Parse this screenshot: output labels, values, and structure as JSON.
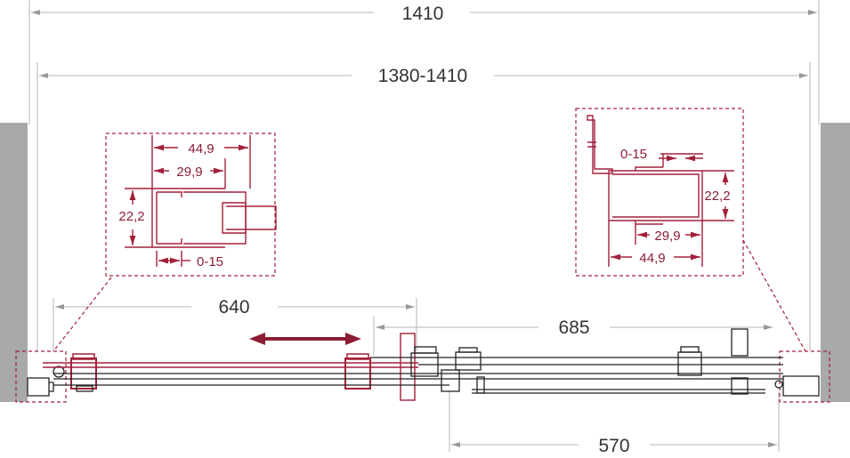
{
  "overall": {
    "total_width": "1410",
    "adjust_range": "1380-1410"
  },
  "openings": {
    "left_door_travel": "640",
    "right_span": "685",
    "passage": "570"
  },
  "detail_left": {
    "outer": "44,9",
    "inner": "29,9",
    "height": "22,2",
    "adjust": "0-15"
  },
  "detail_right": {
    "outer": "44,9",
    "inner": "29,9",
    "height": "22,2",
    "adjust": "0-15"
  },
  "colors": {
    "accent": "#a3203a",
    "wall": "#a7a9ab",
    "line": "#222222"
  }
}
